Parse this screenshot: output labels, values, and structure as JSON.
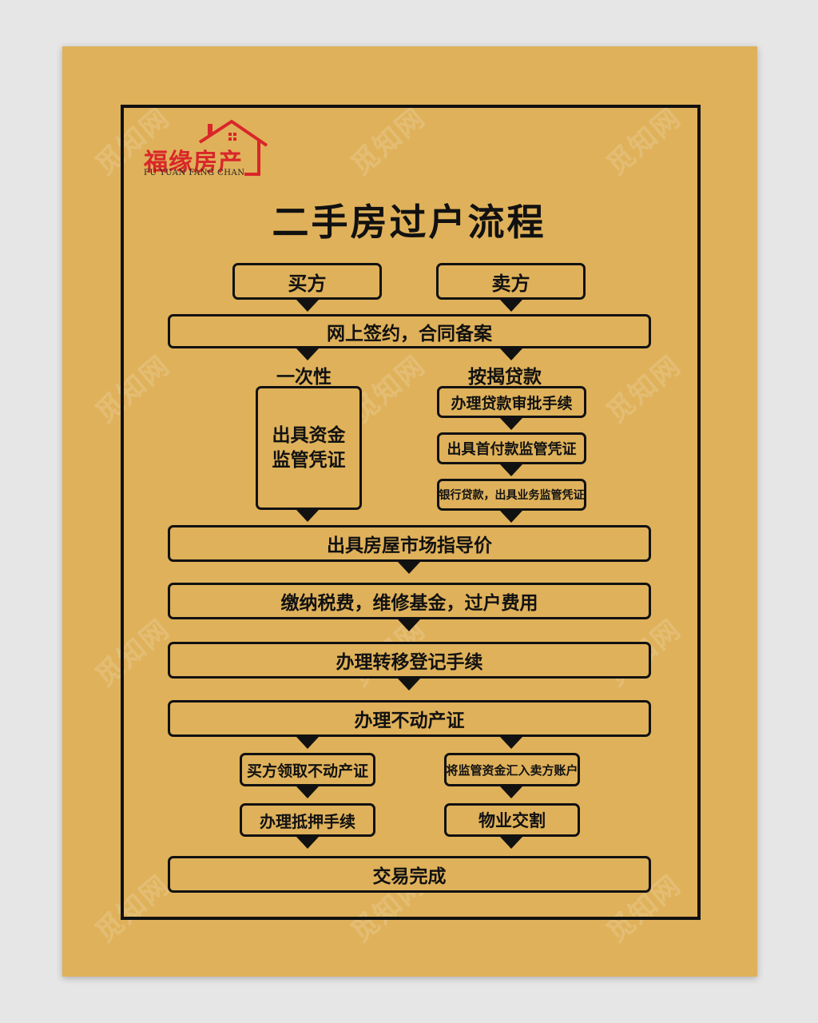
{
  "logo": {
    "name": "福缘房产",
    "sub": "FU YUAN FANG CHAN"
  },
  "title": "二手房过户流程",
  "watermark": "觅知网",
  "steps": {
    "buyer": "买方",
    "seller": "卖方",
    "sign": "网上签约，合同备案",
    "lump_sum": "一次性",
    "mortgage": "按揭贷款",
    "escrow_line1": "出具资金",
    "escrow_line2": "监管凭证",
    "loan_approval": "办理贷款审批手续",
    "down_payment": "出具首付款监管凭证",
    "bank_loan": "银行贷款，出具业务监管凭证",
    "guide_price": "出具房屋市场指导价",
    "taxes": "缴纳税费，维修基金，过户费用",
    "transfer": "办理转移登记手续",
    "certificate": "办理不动产证",
    "buyer_receive": "买方领取不动产证",
    "transfer_funds": "将监管资金汇入卖方账户",
    "pledge": "办理抵押手续",
    "handover": "物业交割",
    "complete": "交易完成"
  },
  "colors": {
    "poster": "#dfb15a",
    "line": "#111111",
    "logo": "#d9262a",
    "background": "#e6e6e6"
  }
}
